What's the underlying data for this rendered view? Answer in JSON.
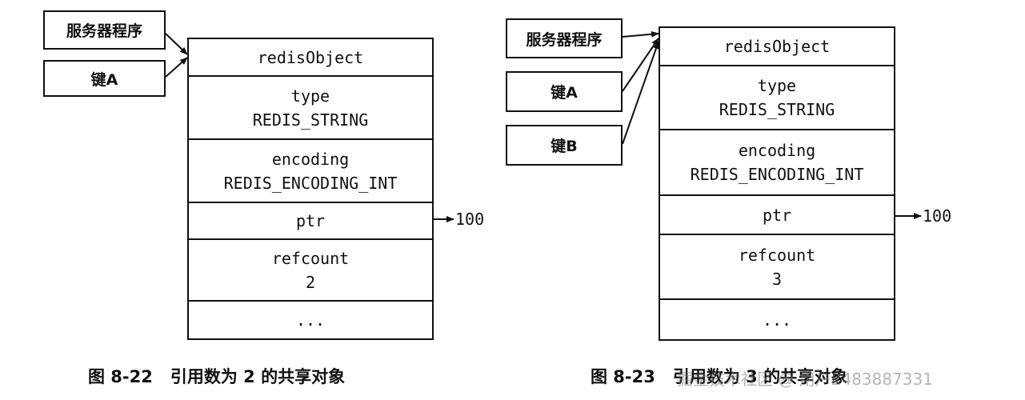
{
  "diagrams": [
    {
      "keys": [
        "服务器程序",
        "键A"
      ],
      "object": {
        "header": "redisObject",
        "type_label": "type",
        "type_value": "REDIS_STRING",
        "encoding_label": "encoding",
        "encoding_value": "REDIS_ENCODING_INT",
        "ptr_label": "ptr",
        "refcount_label": "refcount",
        "refcount_value": "2",
        "more": "..."
      },
      "ptr_target": "100",
      "caption_number": "图 8-22",
      "caption_text": "引用数为 2 的共享对象"
    },
    {
      "keys": [
        "服务器程序",
        "键A",
        "键B"
      ],
      "object": {
        "header": "redisObject",
        "type_label": "type",
        "type_value": "REDIS_STRING",
        "encoding_label": "encoding",
        "encoding_value": "REDIS_ENCODING_INT",
        "ptr_label": "ptr",
        "refcount_label": "refcount",
        "refcount_value": "3",
        "more": "..."
      },
      "ptr_target": "100",
      "caption_number": "图 8-23",
      "caption_text": "引用数为 3 的共享对象"
    }
  ],
  "watermark": "掘金技术社区 @ 用户2483887331"
}
